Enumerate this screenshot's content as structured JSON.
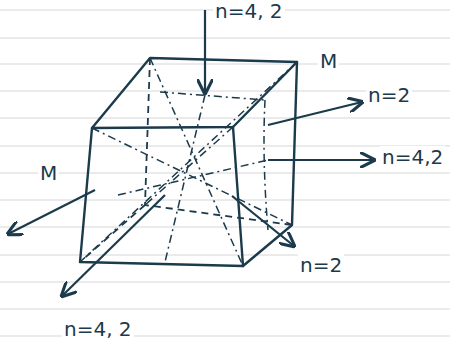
{
  "diagram": {
    "labels": [
      "n=4, 2",
      "M",
      "n=2",
      "n=4,2",
      "M",
      "n=2",
      "n=4, 2"
    ]
  }
}
